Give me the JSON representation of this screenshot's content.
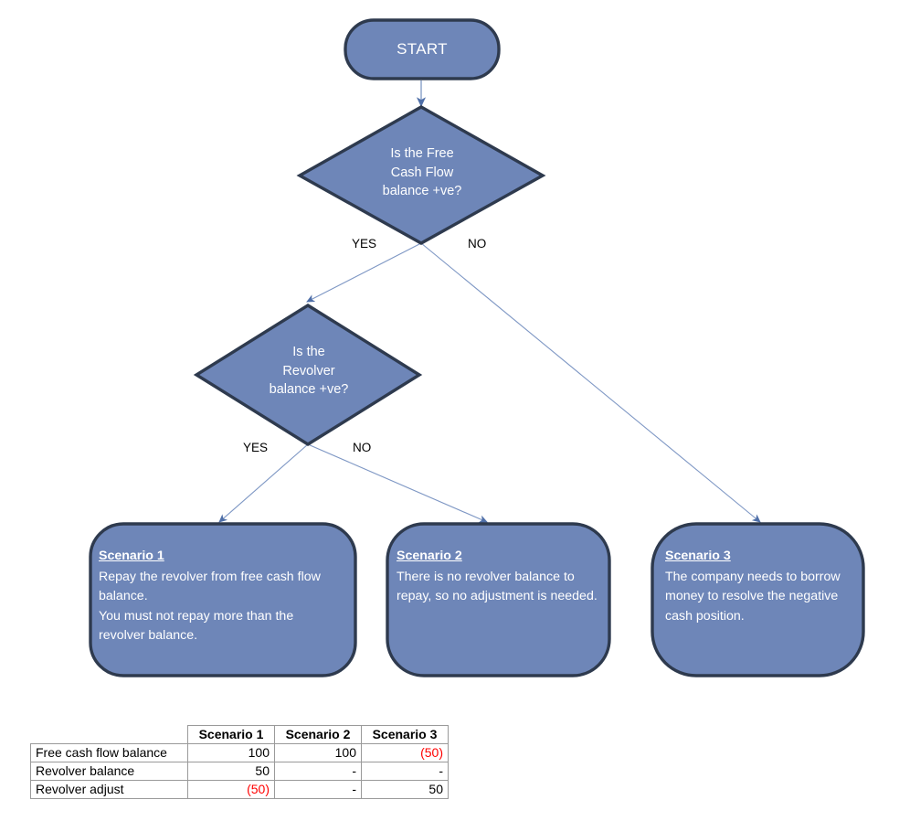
{
  "diagram": {
    "title": "Revolver / free cash flow decision flowchart",
    "colors": {
      "shape_fill": "#6e86b8",
      "shape_border": "#2e3a4e",
      "connector": "#4f6fa8",
      "shape_text": "#ffffff",
      "label_text": "#000000",
      "negative_value": "#ff0000"
    },
    "nodes": {
      "start": {
        "label": "START",
        "shape": "rounded-terminator"
      },
      "decision_1": {
        "label": "Is the\nCash Flow\nbalance +ve?",
        "line1": "Is the Free",
        "line2": "Cash Flow",
        "line3": "balance +ve?",
        "shape": "diamond"
      },
      "decision_2": {
        "line1": "Is the",
        "line2": "Revolver",
        "line3": "balance +ve?",
        "shape": "diamond"
      },
      "scenario_1": {
        "title": "Scenario 1",
        "body": "Repay the revolver from free cash flow balance.\nYou must not repay more than the revolver balance."
      },
      "scenario_2": {
        "title": "Scenario 2",
        "body": "There is no revolver balance to repay, so no adjustment is needed."
      },
      "scenario_3": {
        "title": "Scenario 3",
        "body": "The company needs to borrow money to resolve the negative cash position."
      }
    },
    "edge_labels": {
      "d1_yes": "YES",
      "d1_no": "NO",
      "d2_yes": "YES",
      "d2_no": "NO"
    }
  },
  "table": {
    "corner_blank": "",
    "columns": [
      "Scenario 1",
      "Scenario 2",
      "Scenario 3"
    ],
    "rows": [
      {
        "label": "Free cash flow balance",
        "values": [
          "100",
          "100",
          "(50)"
        ],
        "negative": [
          false,
          false,
          true
        ]
      },
      {
        "label": "Revolver balance",
        "values": [
          "50",
          "-",
          "-"
        ],
        "negative": [
          false,
          false,
          false
        ]
      },
      {
        "label": "Revolver adjust",
        "values": [
          "(50)",
          "-",
          "50"
        ],
        "negative": [
          true,
          false,
          false
        ]
      }
    ]
  }
}
